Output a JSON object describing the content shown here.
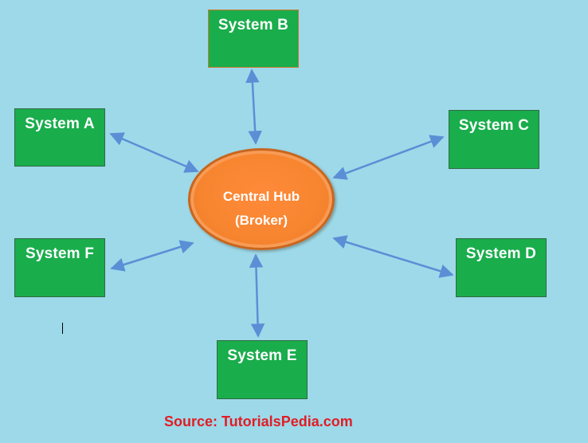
{
  "hub": {
    "line1": "Central Hub",
    "line2": "(Broker)"
  },
  "systems": {
    "a": "System A",
    "b": "System B",
    "c": "System C",
    "d": "System D",
    "e": "System E",
    "f": "System F"
  },
  "source": "Source: TutorialsPedia.com",
  "colors": {
    "background": "#9dd9e9",
    "system_box": "#19ad4c",
    "hub": "#f7852f",
    "arrow": "#5a8fd6",
    "source_text": "#e11d24"
  }
}
